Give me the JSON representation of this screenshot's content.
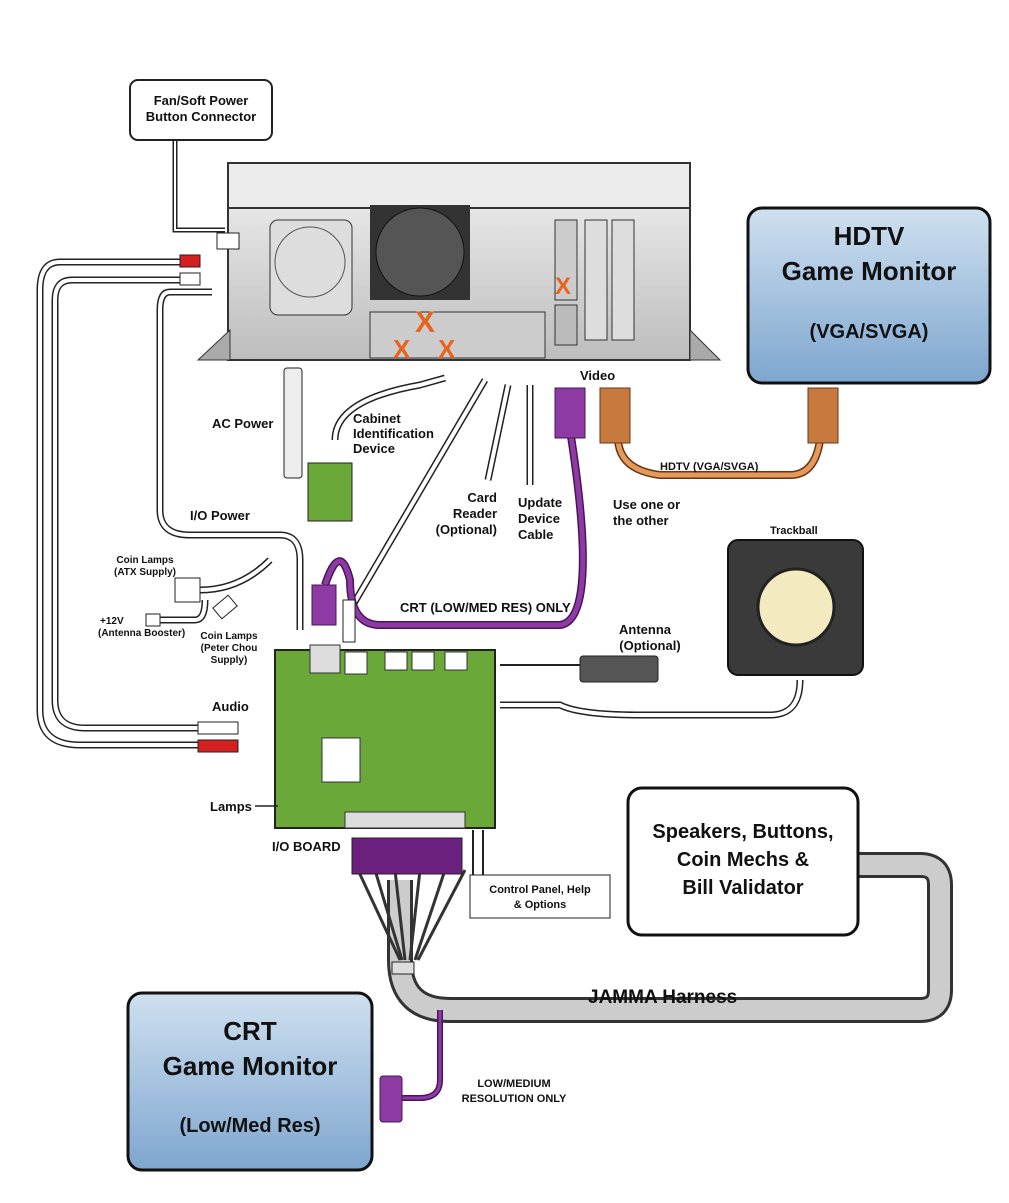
{
  "labels": {
    "fan_connector": [
      "Fan/Soft Power",
      "Button Connector"
    ],
    "hdtv_monitor": {
      "title1": "HDTV",
      "title2": "Game Monitor",
      "sub": "(VGA/SVGA)"
    },
    "ac_power": "AC Power",
    "cabinet_id": [
      "Cabinet",
      "Identification",
      "Device"
    ],
    "video": "Video",
    "hdtv_cable": "HDTV (VGA/SVGA)",
    "card_reader": [
      "Card",
      "Reader",
      "(Optional)"
    ],
    "update_cable": [
      "Update",
      "Device",
      "Cable"
    ],
    "use_one": [
      "Use one or",
      "the other"
    ],
    "trackball": "Trackball",
    "io_power": "I/O Power",
    "coin_lamps_atx": [
      "Coin Lamps",
      "(ATX Supply)"
    ],
    "antenna_booster": [
      "+12V",
      "(Antenna Booster)"
    ],
    "coin_lamps_pc": [
      "Coin Lamps",
      "(Peter Chou",
      "Supply)"
    ],
    "crt_only": "CRT (LOW/MED RES) ONLY",
    "antenna": [
      "Antenna",
      "(Optional)"
    ],
    "audio": "Audio",
    "lamps": "Lamps",
    "io_board": "I/O BOARD",
    "control_panel": [
      "Control Panel, Help",
      "& Options"
    ],
    "speakers": [
      "Speakers, Buttons,",
      "Coin Mechs &",
      "Bill Validator"
    ],
    "jamma": "JAMMA Harness",
    "crt_monitor": {
      "title1": "CRT",
      "title2": "Game Monitor",
      "sub": "(Low/Med Res)"
    },
    "low_med": [
      "LOW/MEDIUM",
      "RESOLUTION ONLY"
    ]
  },
  "colors": {
    "monitor_box": "#8fb3d6",
    "board_green": "#6aa83a",
    "vga_purple": "#7b2d8e",
    "hdtv_orange": "#c87a3e",
    "disabled_x": "#e8641e",
    "audio_red": "#d42020"
  }
}
